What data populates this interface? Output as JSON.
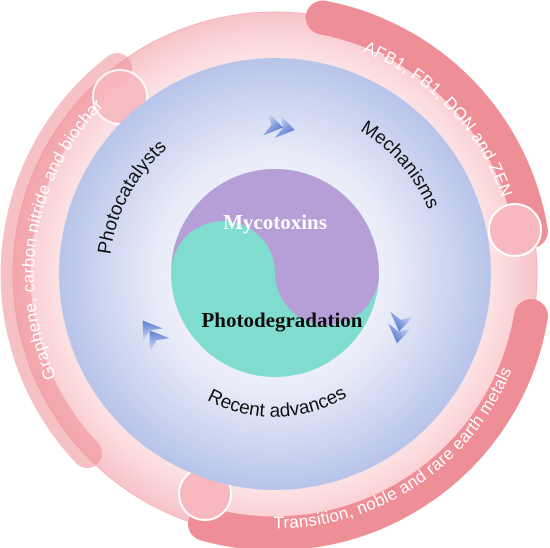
{
  "diagram": {
    "core": {
      "top_label": "Mycotoxins",
      "bottom_label": "Photodegradation",
      "top_color": "#b59fd6",
      "bottom_color": "#7fdccf"
    },
    "middle_labels": {
      "left": "Photocatalysts",
      "right": "Mechanisms",
      "bottom": "Recent advances"
    },
    "outer_ring": {
      "top_right": "AFB1, FB1, DON and ZEN",
      "left": "Graphene, carbon nitride and biochar",
      "bottom_right": "Transition, noble and rare earth metals",
      "ring_color": "#f2a5ab",
      "band_color": "#ee8e96"
    },
    "arrow_color": "#3a67c9"
  }
}
